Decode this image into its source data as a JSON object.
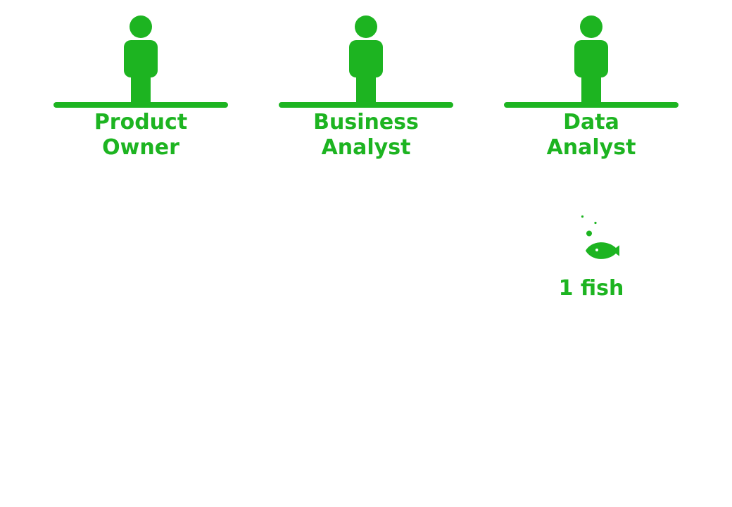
{
  "colors": {
    "accent": "#1db421"
  },
  "roles": [
    {
      "icon": "person-icon",
      "label": "Product\nOwner"
    },
    {
      "icon": "person-icon",
      "label": "Business\nAnalyst"
    },
    {
      "icon": "person-icon",
      "label": "Data\nAnalyst"
    }
  ],
  "fish": {
    "icon": "fish-icon",
    "label": "1 fish"
  }
}
